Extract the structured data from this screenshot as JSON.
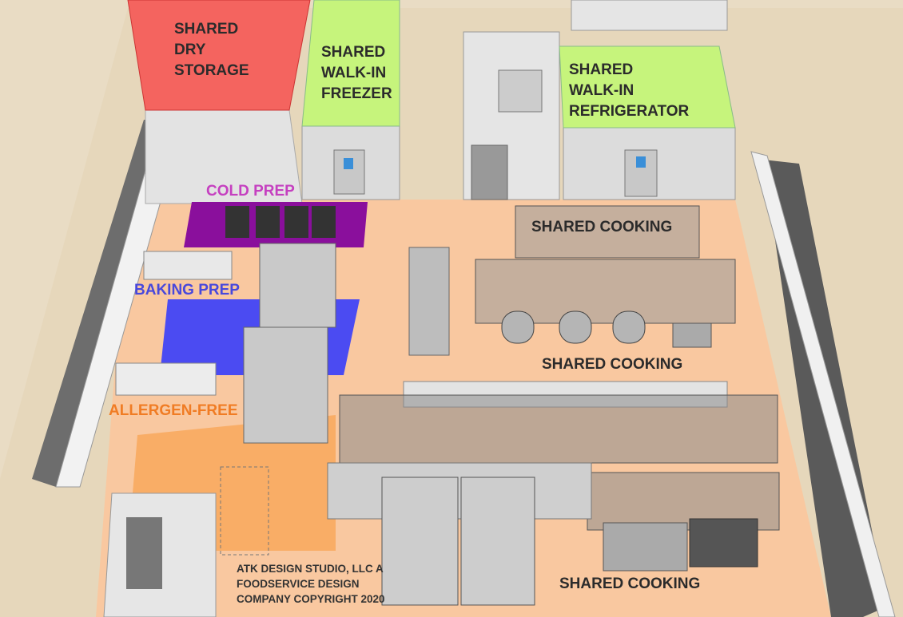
{
  "zones": {
    "dry_storage": {
      "lines": [
        "SHARED",
        "DRY",
        "STORAGE"
      ],
      "color": "#f4645f"
    },
    "walk_in_freezer": {
      "lines": [
        "SHARED",
        "WALK-IN",
        "FREEZER"
      ],
      "color": "#c6f47c"
    },
    "walk_in_refrigerator": {
      "lines": [
        "SHARED",
        "WALK-IN",
        "REFRIGERATOR"
      ],
      "color": "#c6f47c"
    },
    "cold_prep": {
      "label": "COLD PREP",
      "color": "#8a0f9c",
      "text_color": "#c540c0"
    },
    "baking_prep": {
      "label": "BAKING PREP",
      "color": "#4b4bf2",
      "text_color": "#4848dc"
    },
    "allergen_free": {
      "label": "ALLERGEN-FREE",
      "color": "#f9ad66",
      "text_color": "#f07c24"
    },
    "shared_cooking": [
      "SHARED COOKING",
      "SHARED COOKING",
      "SHARED COOKING"
    ],
    "floor_color": "#f9c8a0"
  },
  "copyright": [
    "ATK DESIGN STUDIO, LLC A",
    "FOODSERVICE DESIGN",
    "COMPANY COPYRIGHT 2020"
  ]
}
